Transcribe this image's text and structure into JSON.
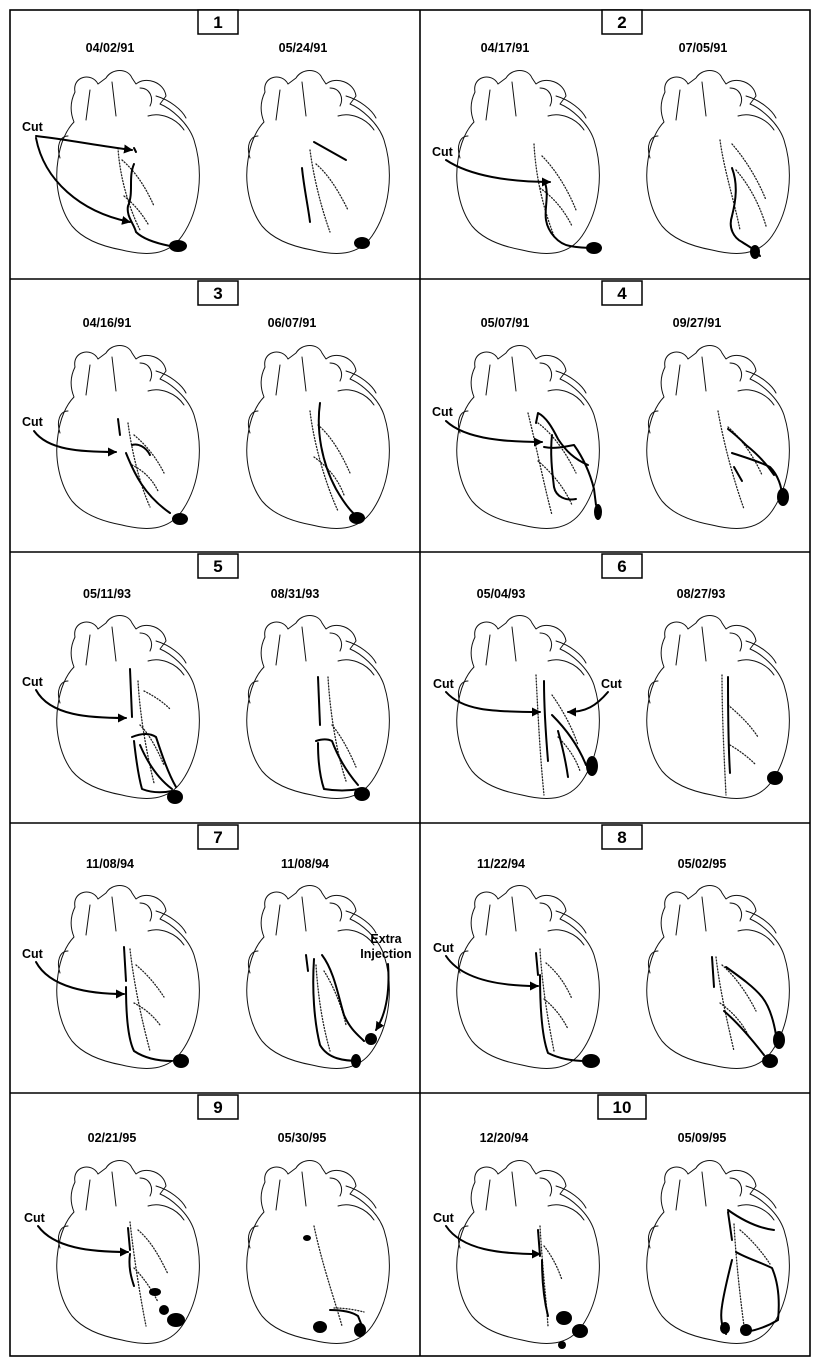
{
  "panels": [
    {
      "number": "1",
      "dates": [
        "04/02/91",
        "05/24/91"
      ]
    },
    {
      "number": "2",
      "dates": [
        "04/17/91",
        "07/05/91"
      ]
    },
    {
      "number": "3",
      "dates": [
        "04/16/91",
        "06/07/91"
      ]
    },
    {
      "number": "4",
      "dates": [
        "05/07/91",
        "09/27/91"
      ]
    },
    {
      "number": "5",
      "dates": [
        "05/11/93",
        "08/31/93"
      ]
    },
    {
      "number": "6",
      "dates": [
        "05/04/93",
        "08/27/93"
      ]
    },
    {
      "number": "7",
      "dates": [
        "11/08/94",
        "11/08/94"
      ]
    },
    {
      "number": "8",
      "dates": [
        "11/22/94",
        "05/02/95"
      ]
    },
    {
      "number": "9",
      "dates": [
        "02/21/95",
        "05/30/95"
      ]
    },
    {
      "number": "10",
      "dates": [
        "12/20/94",
        "05/09/95"
      ]
    }
  ],
  "labels": {
    "cut": "Cut",
    "extra_line1": "Extra",
    "extra_line2": "Injection"
  }
}
